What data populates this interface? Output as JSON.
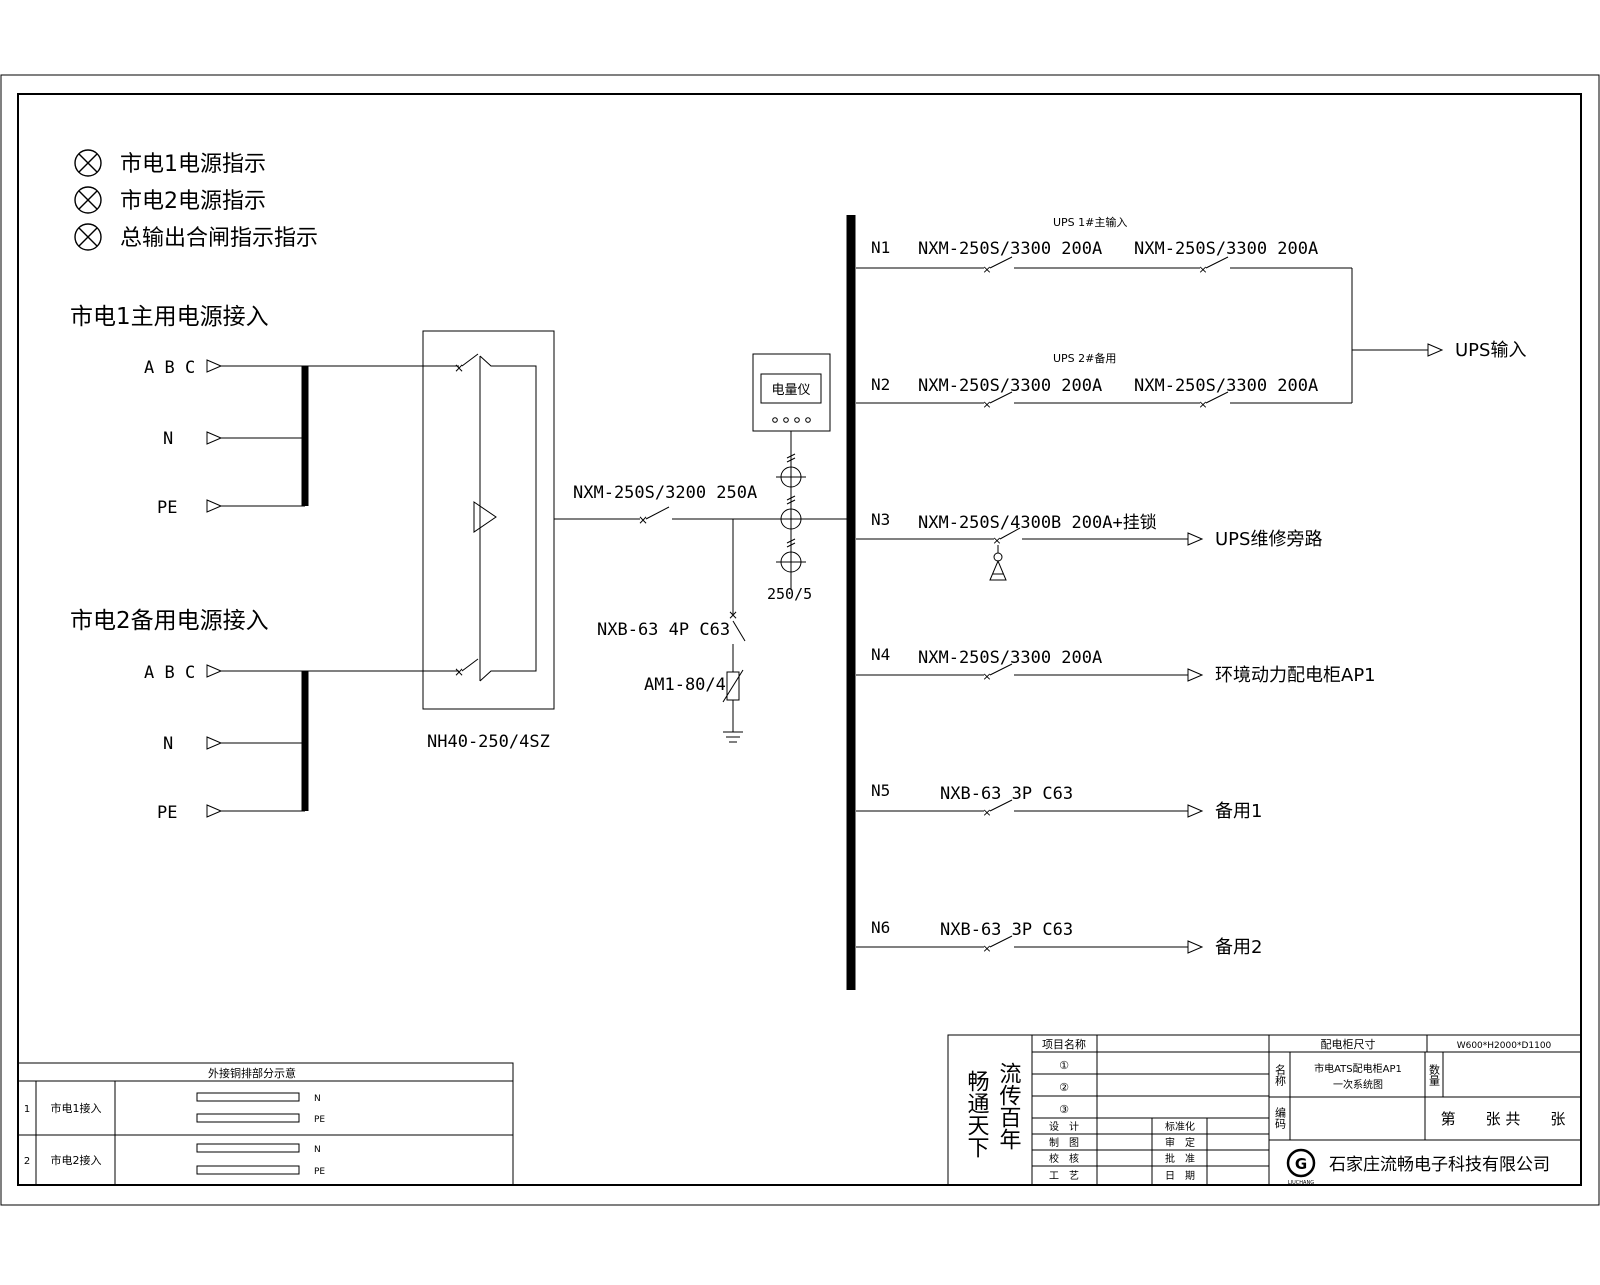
{
  "legend": {
    "items": [
      "市电1电源指示",
      "市电2电源指示",
      "总输出合闸指示指示"
    ]
  },
  "sources": {
    "s1_title": "市电1主用电源接入",
    "s2_title": "市电2备用电源接入",
    "abc": "A B C",
    "n": "N",
    "pe": "PE"
  },
  "ats": {
    "label": "NH40-250/4SZ"
  },
  "main_breaker": {
    "label": "NXM-250S/3200 250A"
  },
  "meter": {
    "label": "电量仪",
    "ct_label": "250/5"
  },
  "spd": {
    "breaker": "NXB-63 4P C63",
    "arrester": "AM1-80/4"
  },
  "feeders": {
    "n1": {
      "id": "N1",
      "breaker_a": "NXM-250S/3300 200A",
      "breaker_b": "NXM-250S/3300 200A",
      "note": "UPS 1#主输入"
    },
    "n2": {
      "id": "N2",
      "breaker_a": "NXM-250S/3300 200A",
      "breaker_b": "NXM-250S/3300 200A",
      "note": "UPS 2#备用"
    },
    "ups_out": "UPS输入",
    "n3": {
      "id": "N3",
      "breaker": "NXM-250S/4300B 200A+挂锁",
      "dest": "UPS维修旁路"
    },
    "n4": {
      "id": "N4",
      "breaker": "NXM-250S/3300 200A",
      "dest": "环境动力配电柜AP1"
    },
    "n5": {
      "id": "N5",
      "breaker": "NXB-63 3P C63",
      "dest": "备用1"
    },
    "n6": {
      "id": "N6",
      "breaker": "NXB-63 3P C63",
      "dest": "备用2"
    }
  },
  "busbar_table": {
    "title": "外接铜排部分示意",
    "rows": [
      {
        "no": "1",
        "name": "市电1接入",
        "bar1": "N",
        "bar2": "PE"
      },
      {
        "no": "2",
        "name": "市电2接入",
        "bar1": "N",
        "bar2": "PE"
      }
    ]
  },
  "title_block": {
    "slogan_col1": "畅通天下",
    "slogan_col2": "流传百年",
    "project_label": "项目名称",
    "items": [
      "①",
      "②",
      "③"
    ],
    "roles_left": [
      "设　计",
      "制　图",
      "校　核",
      "工　艺"
    ],
    "roles_right": [
      "标准化",
      "审　定",
      "批　准",
      "日　期"
    ],
    "cabinet_size_label": "配电柜尺寸",
    "cabinet_size_value": "W600*H2000*D1100",
    "name_label": "名称",
    "drawing_name_line1": "市电ATS配电柜AP1",
    "drawing_name_line2": "一次系统图",
    "qty_label": "数量",
    "code_label": "编码",
    "sheet_text": "第　　张 共　　张",
    "company": "石家庄流畅电子科技有限公司",
    "logo_text": "LIUCHANG"
  }
}
